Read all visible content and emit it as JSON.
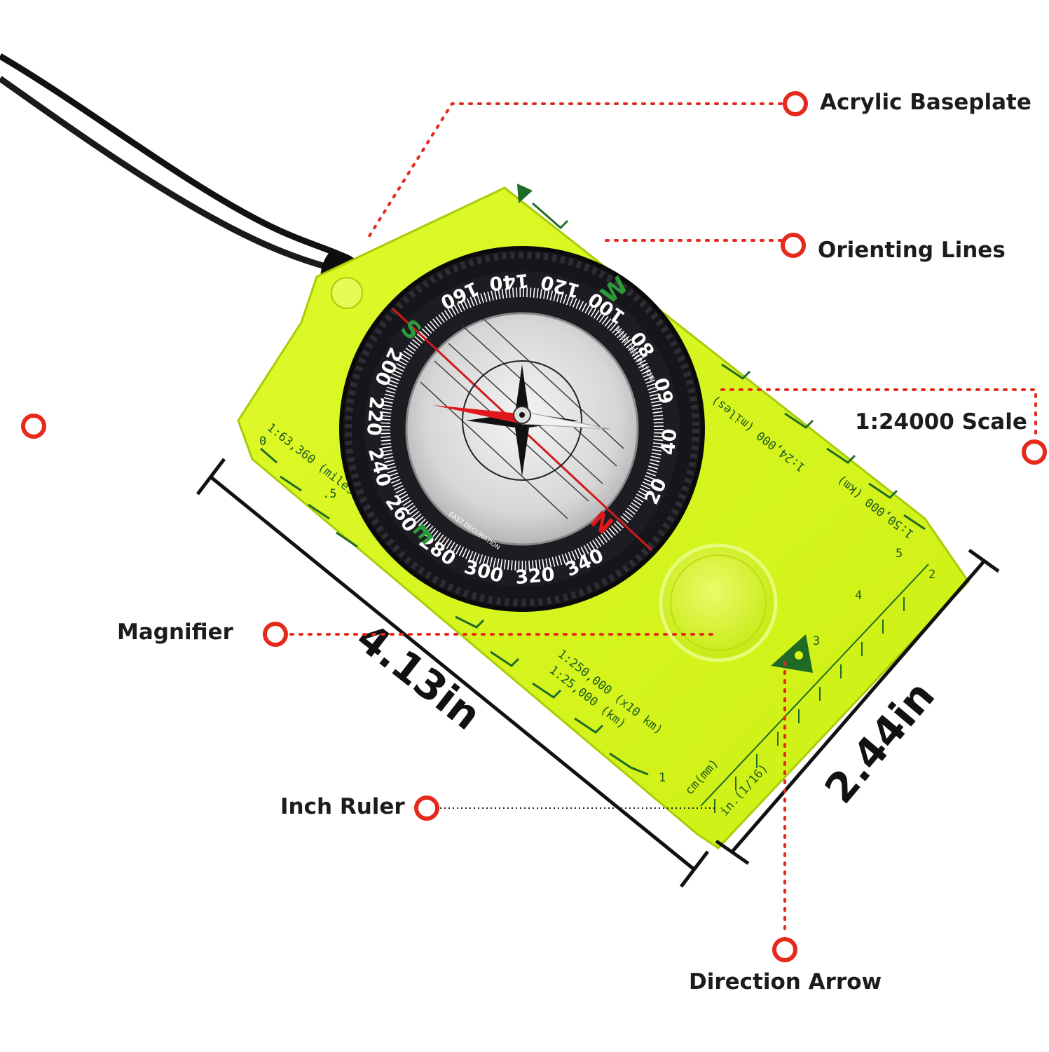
{
  "callouts": {
    "baseplate": "Acrylic Baseplate",
    "orienting_lines": "Orienting Lines",
    "scale": "1:24000 Scale",
    "magnifier": "Magnifier",
    "inch_ruler": "Inch Ruler",
    "direction_arrow": "Direction Arrow"
  },
  "dimensions": {
    "length": "4.13in",
    "width": "2.44in"
  },
  "bezel": {
    "numbers": [
      "20",
      "40",
      "60",
      "80",
      "100",
      "120",
      "140",
      "160",
      "200",
      "220",
      "240",
      "260",
      "280",
      "300",
      "320",
      "340"
    ],
    "cardinals": {
      "north": "N",
      "east": "E",
      "south": "S",
      "west": "W"
    },
    "west_declination": "WEST DECLINATION",
    "east_declination": "EAST DECLINATION"
  },
  "plate_scales": {
    "miles_63360": "1:63,360 (miles)",
    "miles_24000": "1:24,000 (miles)",
    "km_50000": "1:50,000 (km)",
    "km_250000": "1:250,000 (x10 km)",
    "km_25000": "1:25,000 (km)",
    "cm_mm": "cm(mm)",
    "in_16": "in.(1/16)",
    "zero": "0",
    "half": ".5",
    "one": "1",
    "two": "2",
    "three": "3",
    "four": "4",
    "five": "5"
  },
  "colors": {
    "plate": "#d8f518",
    "plate_edge": "#b9dc0a",
    "plate_green": "#1f6a25",
    "bezel": "#1a1a1f",
    "callout_red": "#e5291b",
    "needle_red": "#e0181b",
    "cardinal_green": "#2d9a3a"
  },
  "icons": {
    "lanyard": "lanyard-cord",
    "callout_marker": "ring-marker-icon"
  }
}
